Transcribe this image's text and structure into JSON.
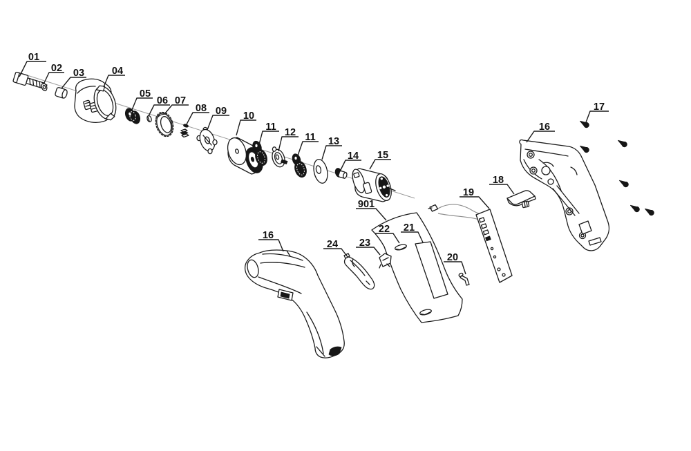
{
  "diagram": {
    "type": "exploded-parts-diagram",
    "background": "#ffffff",
    "line_color": "#1a1a1a",
    "axis_color": "#9b9b9b",
    "callouts": {
      "c01": "01",
      "c02": "02",
      "c03": "03",
      "c04": "04",
      "c05": "05",
      "c06": "06",
      "c07": "07",
      "c08": "08",
      "c09": "09",
      "c10": "10",
      "c11a": "11",
      "c12": "12",
      "c11b": "11",
      "c13": "13",
      "c14": "14",
      "c15": "15",
      "c901": "901",
      "c16a": "16",
      "c16b": "16",
      "c17": "17",
      "c18": "18",
      "c19": "19",
      "c20": "20",
      "c21": "21",
      "c22": "22",
      "c23": "23",
      "c24": "24"
    }
  }
}
